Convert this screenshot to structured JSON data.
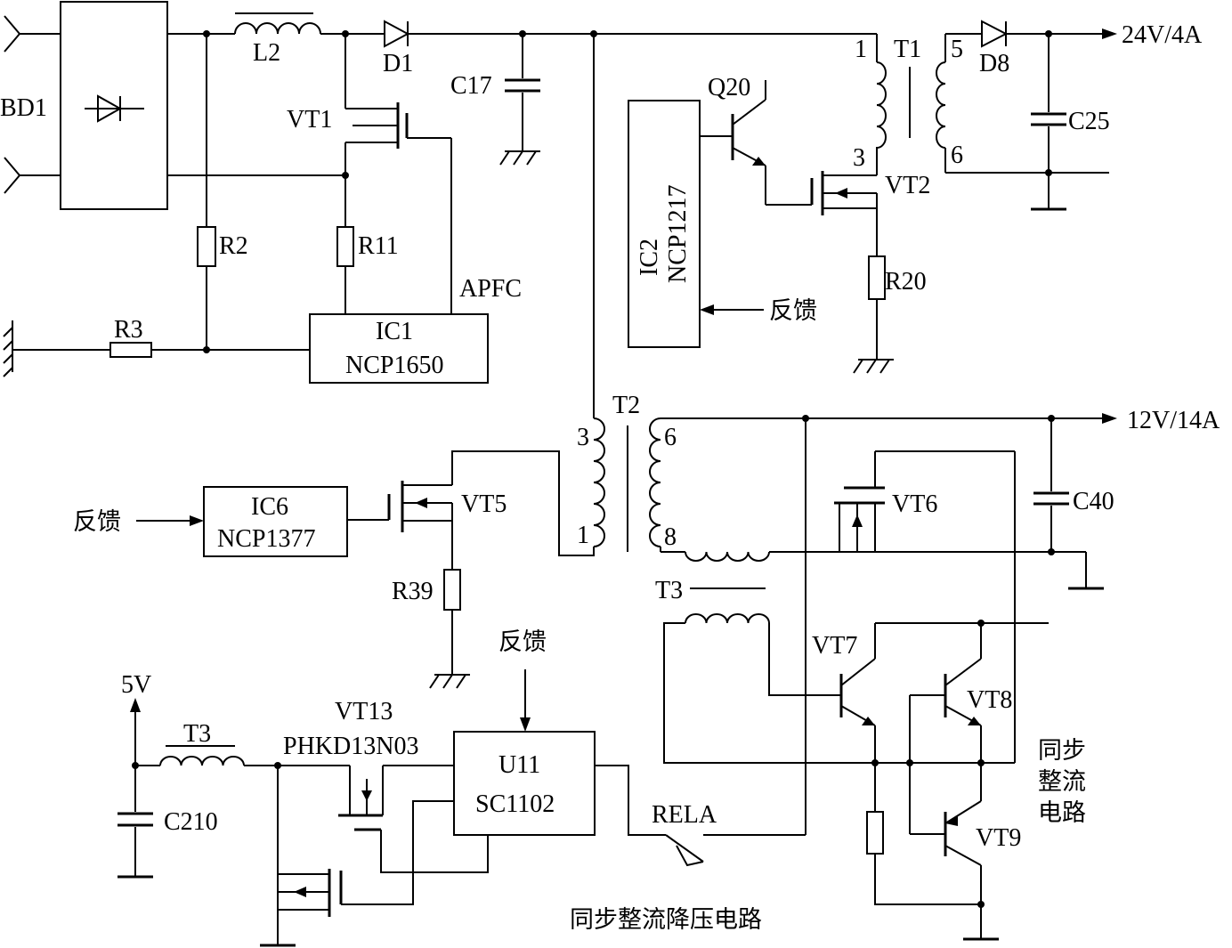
{
  "colors": {
    "line": "#000000",
    "background": "#ffffff"
  },
  "rectifier": {
    "label": "BD1"
  },
  "inductors": {
    "l2": "L2",
    "t3_top": "T3",
    "t3_bottom": "T3"
  },
  "diodes": {
    "d1": "D1",
    "d8": "D8"
  },
  "capacitors": {
    "c17": "C17",
    "c25": "C25",
    "c40": "C40",
    "c210": "C210"
  },
  "resistors": {
    "r2": "R2",
    "r3": "R3",
    "r11": "R11",
    "r20": "R20",
    "r39": "R39"
  },
  "transistors": {
    "vt1": "VT1",
    "vt2": "VT2",
    "vt5": "VT5",
    "vt6": "VT6",
    "vt7": "VT7",
    "vt8": "VT8",
    "vt9": "VT9",
    "q20": "Q20",
    "vt13": "VT13",
    "vt13_part": "PHKD13N03"
  },
  "ics": {
    "ic1": {
      "name": "IC1",
      "part": "NCP1650"
    },
    "ic2": {
      "name": "IC2",
      "part": "NCP1217"
    },
    "ic6": {
      "name": "IC6",
      "part": "NCP1377"
    },
    "u11": {
      "name": "U11",
      "part": "SC1102"
    }
  },
  "transformers": {
    "t1": {
      "name": "T1",
      "pins": [
        "1",
        "3",
        "5",
        "6"
      ]
    },
    "t2": {
      "name": "T2",
      "pins": [
        "3",
        "1",
        "6",
        "8"
      ]
    }
  },
  "labels": {
    "apfc": "APFC",
    "feedback": "反馈",
    "rela": "RELA",
    "sync_rect": [
      "同步",
      "整流",
      "电路"
    ],
    "caption": "同步整流降压电路"
  },
  "outputs": {
    "v24": "24V/4A",
    "v12": "12V/14A",
    "v5": "5V"
  }
}
